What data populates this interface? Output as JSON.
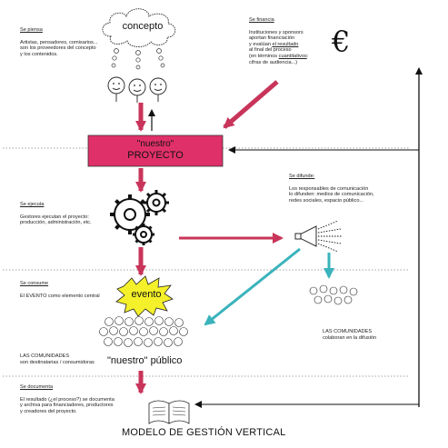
{
  "title": "MODELO DE GESTIÓN VERTICAL",
  "nodes": {
    "concepto": "concepto",
    "proyecto_line1": "\"nuestro\"",
    "proyecto_line2": "PROYECTO",
    "evento": "evento",
    "publico_prefix": "\"nuestro\"",
    "publico_word": "público",
    "euro_symbol": "€"
  },
  "sections": {
    "se_piensa": {
      "heading": "Se piensa",
      "body": "Artistas, pensadores, comisarios...\nson los proveedores del concepto\ny los contenidos."
    },
    "se_financia": {
      "heading": "Se financia",
      "line1": "Instituciones y sponsors",
      "line2": "aportan financiación",
      "line3_pre": "y evalúan ",
      "line3_u": "el resultado",
      "line4": "al final del proceso",
      "line5_pre": "(en términos ",
      "line5_u": "cuantitativos",
      "line5_post": ":",
      "line6": "cifras de audiencia...)"
    },
    "se_ejecuta": {
      "heading": "Se ejecuta",
      "body": "Gestores ejecutan el proyecto:\nproducción, administración, etc."
    },
    "se_difunde": {
      "heading": "Se difunde:",
      "body": "Los responsables de comunicación\nlo difunden: medios de comunicación,\nredes sociales, espacio público..."
    },
    "se_consume": {
      "heading": "Se consume",
      "body": "El EVENTO como elemento central"
    },
    "comunidades_left": {
      "body": "LAS COMUNIDADES\nson destinatarias / consumidoras"
    },
    "comunidades_right": {
      "body": "LAS COMUNIDADES\ncolaboran en la difusión"
    },
    "se_documenta": {
      "heading": "Se documenta",
      "body": "El resultado (¿el proceso?) se documenta\ny archiva para financiadores, productores\ny creadores del proyecto."
    }
  },
  "colors": {
    "flow_arrow": "#c8345a",
    "proyecto_box": "#e0306a",
    "diffusion_arrow": "#3ab3bc",
    "evento_burst": "#f4f02a",
    "line": "#111111"
  }
}
